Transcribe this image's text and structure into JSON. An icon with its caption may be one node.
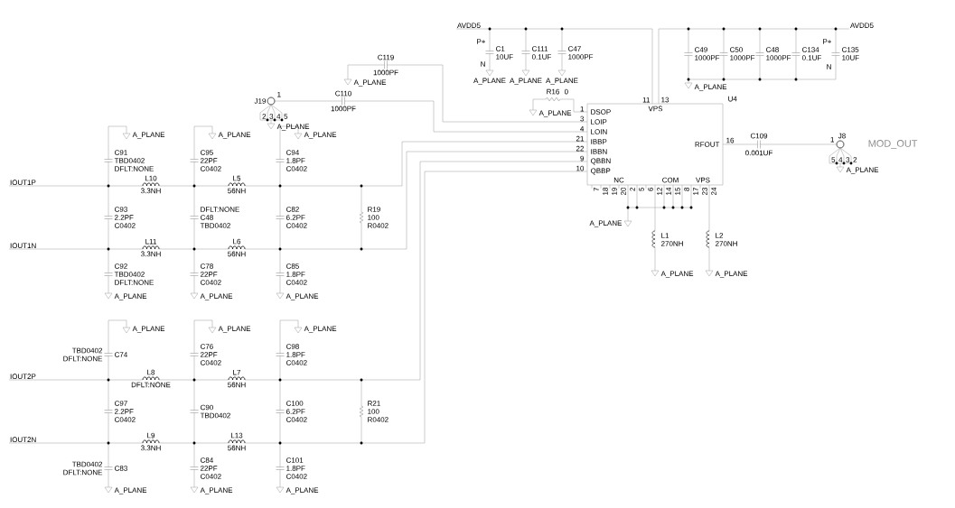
{
  "diagram": {
    "nodes": [
      {
        "text": [
          "U4",
          "DSOP",
          "LOIP",
          "LOIN",
          "IBBP",
          "IBBN",
          "QBBN",
          "QBBP",
          "RFOUT",
          "VPS",
          "NC",
          "COM",
          "VPS"
        ]
      },
      {
        "text": [
          "J19"
        ]
      },
      {
        "text": [
          "J8"
        ],
        "beside": [
          "MOD_OUT"
        ]
      },
      {
        "text": [
          "IOUT1P"
        ]
      },
      {
        "text": [
          "IOUT1N"
        ]
      },
      {
        "text": [
          "IOUT2P"
        ]
      },
      {
        "text": [
          "IOUT2N"
        ]
      },
      {
        "text": [
          "AVDD5"
        ]
      },
      {
        "text": [
          "AVDD5"
        ]
      }
    ],
    "edges": [
      {
        "from": 1,
        "to": 0,
        "arrow": "none"
      },
      {
        "from": 3,
        "to": 0,
        "arrow": "none"
      },
      {
        "from": 4,
        "to": 0,
        "arrow": "none"
      },
      {
        "from": 5,
        "to": 0,
        "arrow": "none"
      },
      {
        "from": 6,
        "to": 0,
        "arrow": "none"
      },
      {
        "from": 0,
        "to": 2,
        "arrow": "none"
      },
      {
        "from": 7,
        "to": 0,
        "arrow": "none"
      },
      {
        "from": 8,
        "to": 0,
        "arrow": "none"
      }
    ],
    "labels": [
      "C91",
      "TBD0402",
      "DFLT:NONE",
      "C93",
      "2.2PF",
      "C0402",
      "C92",
      "TBD0402",
      "DFLT:NONE",
      "L10",
      "3.3NH",
      "L11",
      "3.3NH",
      "C95",
      "22PF",
      "C0402",
      "DFLT:NONE",
      "C48",
      "TBD0402",
      "C78",
      "22PF",
      "C0402",
      "L5",
      "56NH",
      "L6",
      "56NH",
      "C94",
      "1.8PF",
      "C0402",
      "C82",
      "6.2PF",
      "C0402",
      "C85",
      "1.8PF",
      "C0402",
      "R19",
      "100",
      "R0402",
      "A_PLANE",
      "A_PLANE",
      "A_PLANE",
      "A_PLANE",
      "A_PLANE",
      "A_PLANE",
      "TBD0402",
      "DFLT:NONE",
      "C74",
      "C97",
      "2.2PF",
      "C0402",
      "L8",
      "DFLT:NONE",
      "L9",
      "3.3NH",
      "C76",
      "22PF",
      "C0402",
      "L7",
      "56NH",
      "C90",
      "TBD0402",
      "L13",
      "56NH",
      "C84",
      "22PF",
      "C0402",
      "C98",
      "1.8PF",
      "C0402",
      "C100",
      "6.2PF",
      "C0402",
      "R21",
      "100",
      "R0402",
      "C101",
      "1.8PF",
      "C0402",
      "C83",
      "TBD0402",
      "DFLT:NONE",
      "A_PLANE",
      "A_PLANE",
      "A_PLANE",
      "A_PLANE",
      "A_PLANE",
      "A_PLANE",
      "C119",
      "1000PF",
      "A_PLANE",
      "C110",
      "1000PF",
      "1",
      "2",
      "3",
      "4",
      "5",
      "A_PLANE",
      "C1",
      "10UF",
      "P+",
      "N",
      "A_PLANE",
      "C111",
      "0.1UF",
      "A_PLANE",
      "C47",
      "1000PF",
      "A_PLANE",
      "C49",
      "1000PF",
      "C50",
      "1000PF",
      "C48",
      "1000PF",
      "C134",
      "0.1UF",
      "P+",
      "N",
      "C135",
      "10UF",
      "A_PLANE",
      "R16",
      "0",
      "A_PLANE",
      "1",
      "3",
      "4",
      "21",
      "22",
      "9",
      "10",
      "11",
      "13",
      "16",
      "7",
      "18",
      "19",
      "20",
      "2",
      "5",
      "6",
      "12",
      "14",
      "15",
      "8",
      "17",
      "23",
      "24",
      "C109",
      "0.001UF",
      "A_PLANE",
      "L1",
      "270NH",
      "A_PLANE",
      "L2",
      "270NH",
      "A_PLANE",
      "1",
      "5",
      "4",
      "3",
      "2",
      "A_PLANE"
    ]
  }
}
